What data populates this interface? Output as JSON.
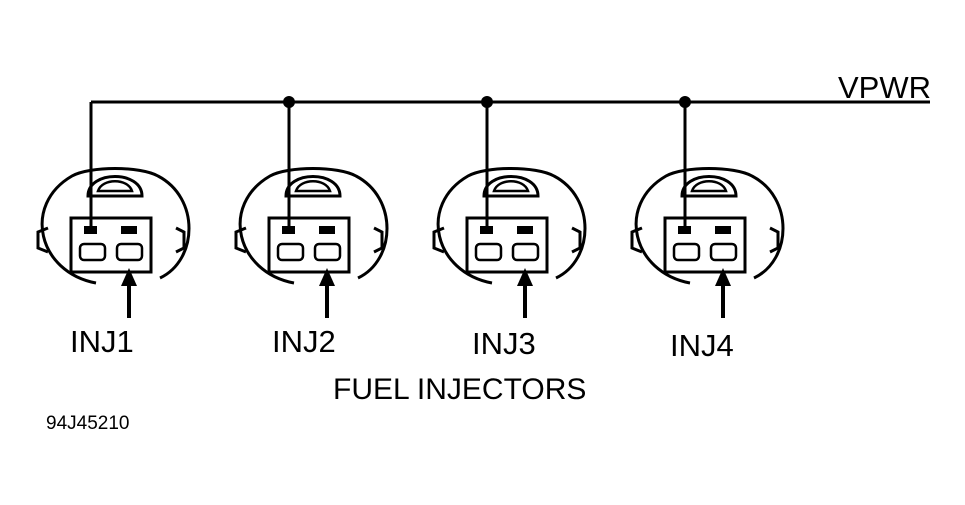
{
  "diagram": {
    "bus_label": "VPWR",
    "caption": "FUEL INJECTORS",
    "figure_id": "94J45210",
    "injectors": [
      {
        "label": "INJ1"
      },
      {
        "label": "INJ2"
      },
      {
        "label": "INJ3"
      },
      {
        "label": "INJ4"
      }
    ],
    "colors": {
      "ink": "#000000",
      "paper": "#ffffff"
    }
  }
}
